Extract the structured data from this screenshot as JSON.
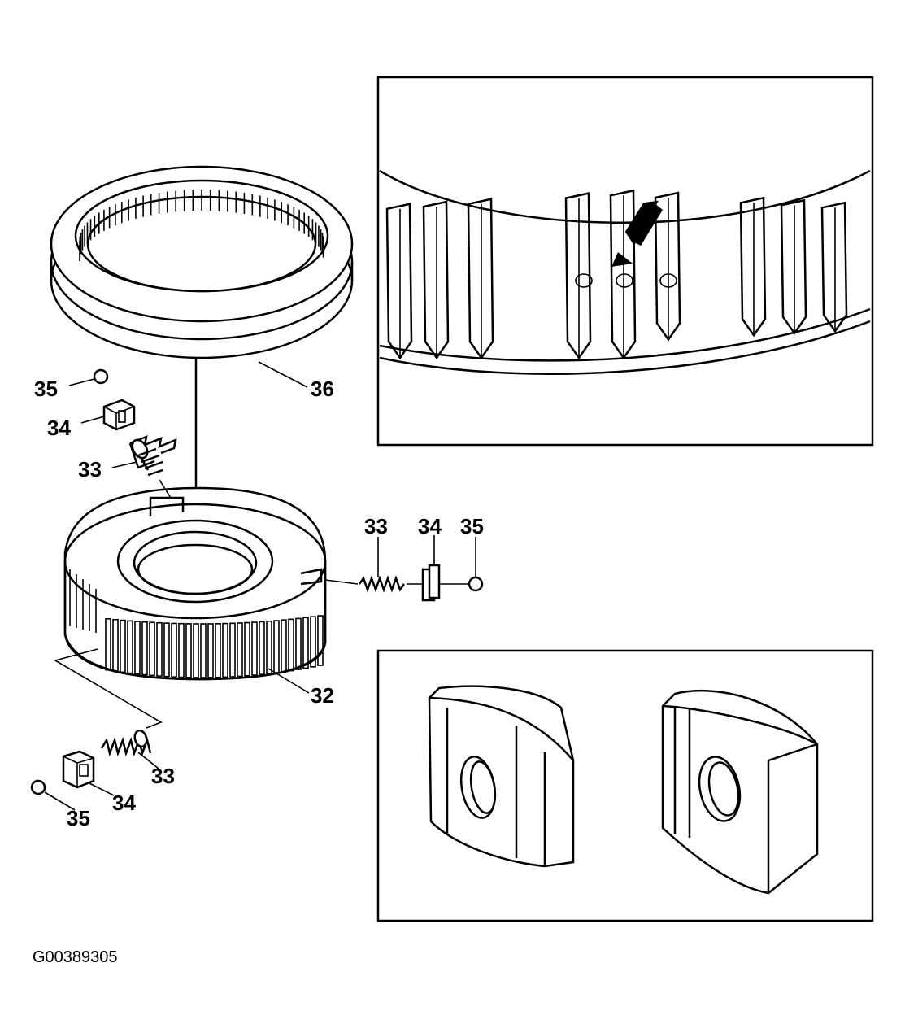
{
  "figure_id": "G00389305",
  "callouts": {
    "c35_top": "35",
    "c34_top": "34",
    "c33_top": "33",
    "c36": "36",
    "c33_right": "33",
    "c34_right": "34",
    "c35_right": "35",
    "c32": "32",
    "c33_bottom": "33",
    "c34_bottom": "34",
    "c35_bottom": "35"
  },
  "colors": {
    "ink": "#000000",
    "paper": "#ffffff"
  }
}
